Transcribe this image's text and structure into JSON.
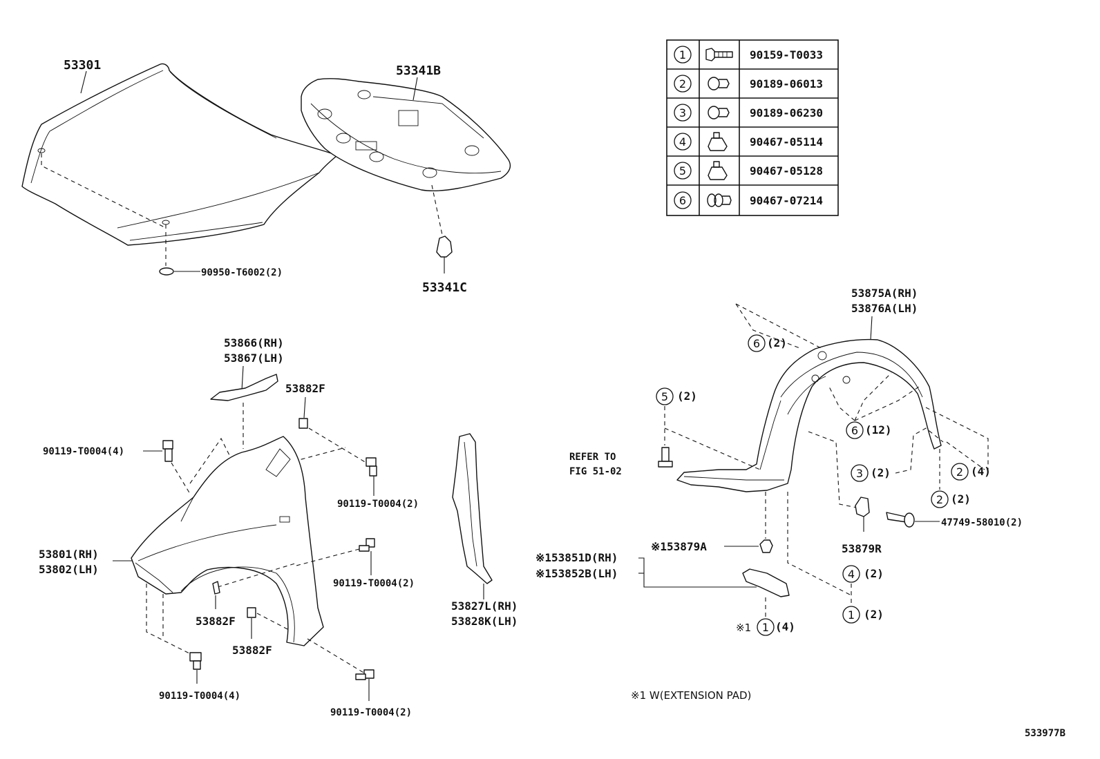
{
  "hood": {
    "part": "53301",
    "cushion": "90950-T6002(2)"
  },
  "insulator": {
    "part": "53341B",
    "clip": "53341C"
  },
  "fastener_table": [
    {
      "num": "1",
      "part": "90159-T0033"
    },
    {
      "num": "2",
      "part": "90189-06013"
    },
    {
      "num": "3",
      "part": "90189-06230"
    },
    {
      "num": "4",
      "part": "90467-05114"
    },
    {
      "num": "5",
      "part": "90467-05128"
    },
    {
      "num": "6",
      "part": "90467-07214"
    }
  ],
  "fender": {
    "seal_rh": "53866(RH)",
    "seal_lh": "53867(LH)",
    "clip_top": "53882F",
    "bolt_left": "90119-T0004(4)",
    "bolt_right_top": "90119-T0004(2)",
    "panel_rh": "53801(RH)",
    "panel_lh": "53802(LH)",
    "bolt_mid": "90119-T0004(2)",
    "clip_mid": "53882F",
    "clip_low": "53882F",
    "bolt_bottom_left": "90119-T0004(4)",
    "bolt_bottom_right": "90119-T0004(2)",
    "protector_rh": "53827L(RH)",
    "protector_lh": "53828K(LH)"
  },
  "liner": {
    "liner_rh": "53875A(RH)",
    "liner_lh": "53876A(LH)",
    "c6_top_qty": "(2)",
    "c5_qty": "(2)",
    "refer_line1": "REFER TO",
    "refer_line2": "FIG 51-02",
    "c6_mid_qty": "(12)",
    "c3_qty": "(2)",
    "c2a_qty": "(4)",
    "c2b_qty": "(2)",
    "clip_part": "53879R",
    "screw_part": "47749-58010(2)",
    "nut_part": "※153879A",
    "ext_rh": "※153851D(RH)",
    "ext_lh": "※153852B(LH)",
    "c4_qty": "(2)",
    "c1_qty": "(2)",
    "c1_note_prefix": "※1",
    "c1_note_qty": "(4)"
  },
  "footnote": "※1 W(EXTENSION PAD)",
  "figure_id": "533977B"
}
